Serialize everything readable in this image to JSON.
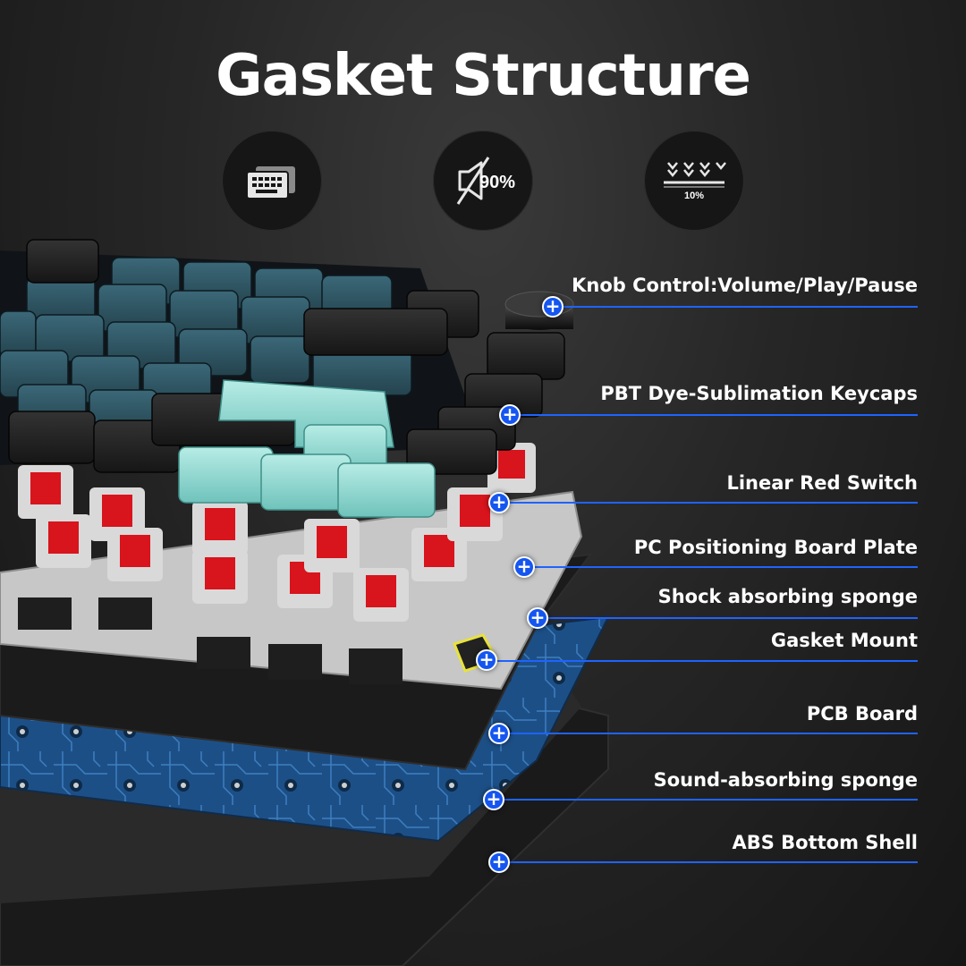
{
  "title": "Gasket Structure",
  "badges": [
    {
      "icon": "keyboard-layers-icon",
      "text": ""
    },
    {
      "icon": "muted-speaker-icon",
      "text": "90%"
    },
    {
      "icon": "pressure-arrows-icon",
      "text": "10%"
    }
  ],
  "layers": [
    {
      "label": "Knob Control:Volume/Play/Pause"
    },
    {
      "label": "PBT Dye-Sublimation Keycaps"
    },
    {
      "label": "Linear Red Switch"
    },
    {
      "label": "PC Positioning Board Plate"
    },
    {
      "label": "Shock absorbing sponge"
    },
    {
      "label": "Gasket Mount"
    },
    {
      "label": "PCB Board"
    },
    {
      "label": "Sound-absorbing sponge"
    },
    {
      "label": "ABS Bottom Shell"
    }
  ],
  "colors": {
    "accent": "#1f63ff",
    "keycap_teal": "#2b4f5c",
    "keycap_black": "#1e1e1e",
    "keycap_mint": "#8fd6cf",
    "switch_red": "#d8141c",
    "pcb_blue": "#1c4f86",
    "plate_silver": "#c9c9c9"
  }
}
